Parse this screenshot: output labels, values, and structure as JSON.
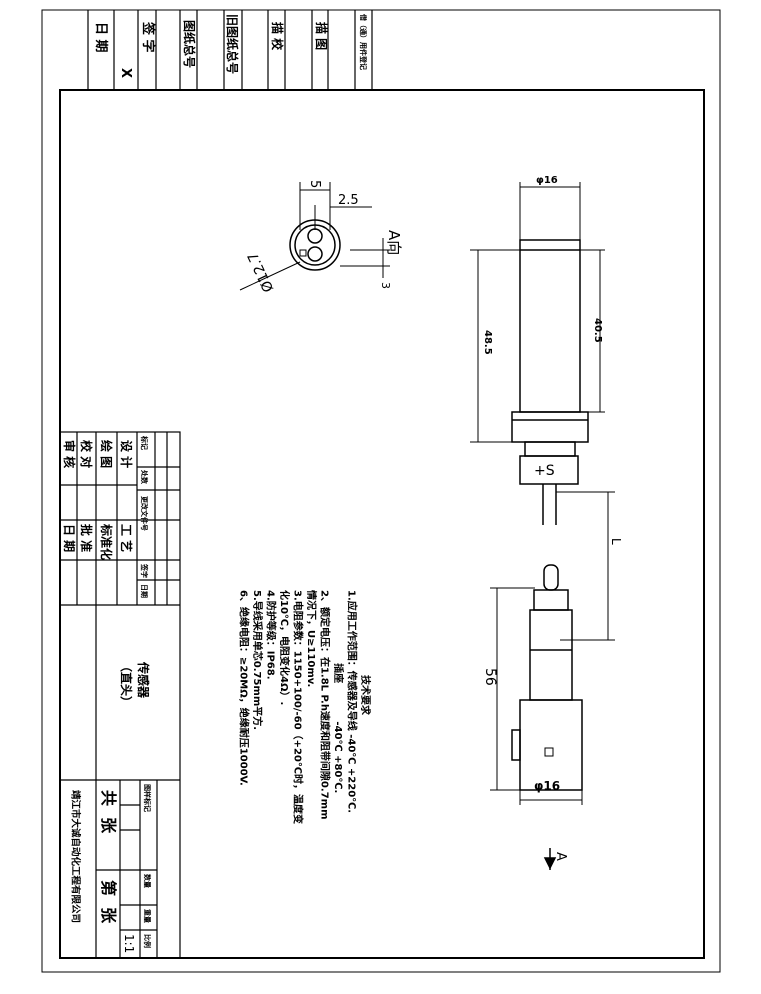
{
  "stamp": {
    "cells": [
      "日 期",
      "X",
      "签 字",
      "图纸总号",
      "旧图纸总号",
      "描 校",
      "描 图",
      "借（通）用件登记"
    ]
  },
  "views": {
    "a_view_label": "A向",
    "arrow_label": "A"
  },
  "dimensions": {
    "end_width": "5",
    "end_offset": "2.5",
    "end_diameter": "Ø12.7",
    "end_depth": "3",
    "top_diameter": "φ16",
    "overall_length": "48.5",
    "body_length": "40.5",
    "cable_length": "L",
    "plug_length": "56",
    "plug_diameter": "φ16",
    "terminal_label": "+S"
  },
  "tech": {
    "title": "技术要求",
    "lines": [
      "1.应用工作范围：传感器及导线 -40℃ +220℃.",
      "                     插座           -40℃ +80℃.",
      "2、额定电压：在1.8L P.h速度和阻带间隙0.7mm",
      "情况下，U≥110mv.",
      "3.电阻参数：1150+100/-60（+20℃时，温度变",
      "化10℃，电阻变化4Ω）.",
      "4.防护等级：IP68.",
      "5.导线采用单芯0.75mm平方.",
      "6、绝缘电阻：≥20MΩ，绝缘耐压1000V."
    ]
  },
  "title_block": {
    "rev_headers": [
      "标记",
      "处数",
      "更改文件号",
      "签字",
      "日期"
    ],
    "roles_left": [
      "设 计",
      "绘 图",
      "校 对",
      "审 核"
    ],
    "roles_right": [
      "工 艺",
      "标准化",
      "批 准",
      "日 期"
    ],
    "part_name": "传感器",
    "part_sub": "（直头）",
    "headers": [
      "图样标记",
      "数量",
      "重量",
      "比例"
    ],
    "scale": "1:1",
    "sheets_total": "共  张",
    "sheet_no": "第  张",
    "company": "靖江市大诚自动化工程有限公司"
  }
}
